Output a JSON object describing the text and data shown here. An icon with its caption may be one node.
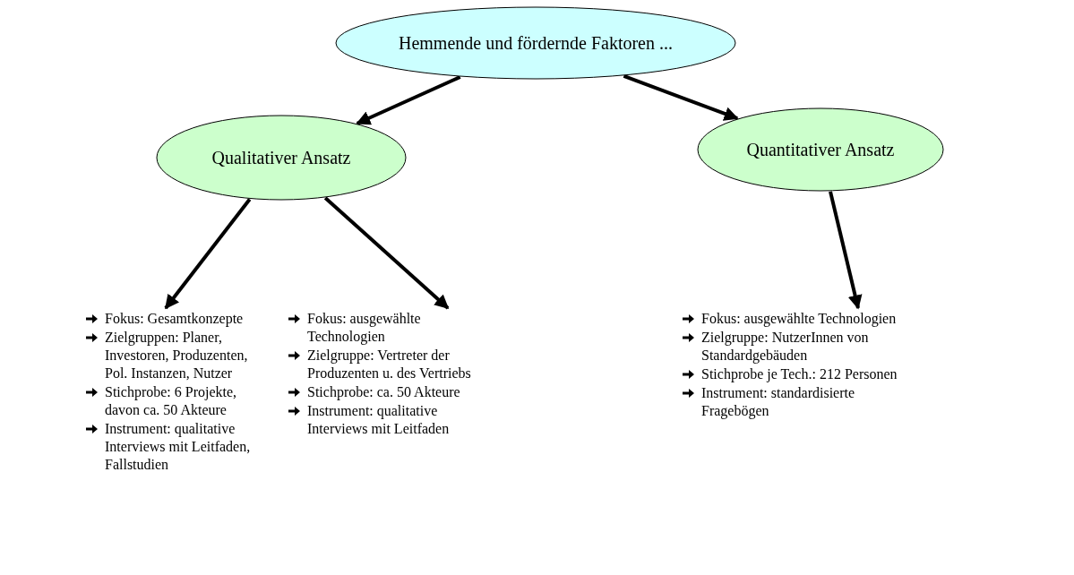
{
  "diagram": {
    "nodes": [
      {
        "text": [
          "Hemmende und fördernde Faktoren ..."
        ]
      },
      {
        "text": [
          "Qualitativer Ansatz"
        ]
      },
      {
        "text": [
          "Quantitativer Ansatz"
        ]
      },
      {
        "text": [
          "Fokus: Gesamtkonzepte",
          "Zielgruppen: Planer, Investoren, Produzenten, Pol. Instanzen, Nutzer",
          "Stichprobe: 6 Projekte, davon ca. 50 Akteure",
          "Instrument: qualitative Interviews mit Leitfaden, Fallstudien"
        ]
      },
      {
        "text": [
          "Fokus: ausgewählte Technologien",
          "Zielgruppe: Vertreter der Produzenten u. des Vertriebs",
          "Stichprobe: ca. 50 Akteure",
          "Instrument: qualitative Interviews mit Leitfaden"
        ]
      },
      {
        "text": [
          "Fokus: ausgewählte Technologien",
          "Zielgruppe: NutzerInnen von Standardgebäuden",
          "Stichprobe je Tech.: 212 Personen",
          "Instrument: standardisierte Fragebögen"
        ]
      }
    ],
    "edges": [
      {
        "from": 0,
        "to": 1,
        "arrow": "to"
      },
      {
        "from": 0,
        "to": 2,
        "arrow": "to"
      },
      {
        "from": 1,
        "to": 3,
        "arrow": "to"
      },
      {
        "from": 1,
        "to": 4,
        "arrow": "to"
      },
      {
        "from": 2,
        "to": 5,
        "arrow": "to"
      }
    ]
  }
}
